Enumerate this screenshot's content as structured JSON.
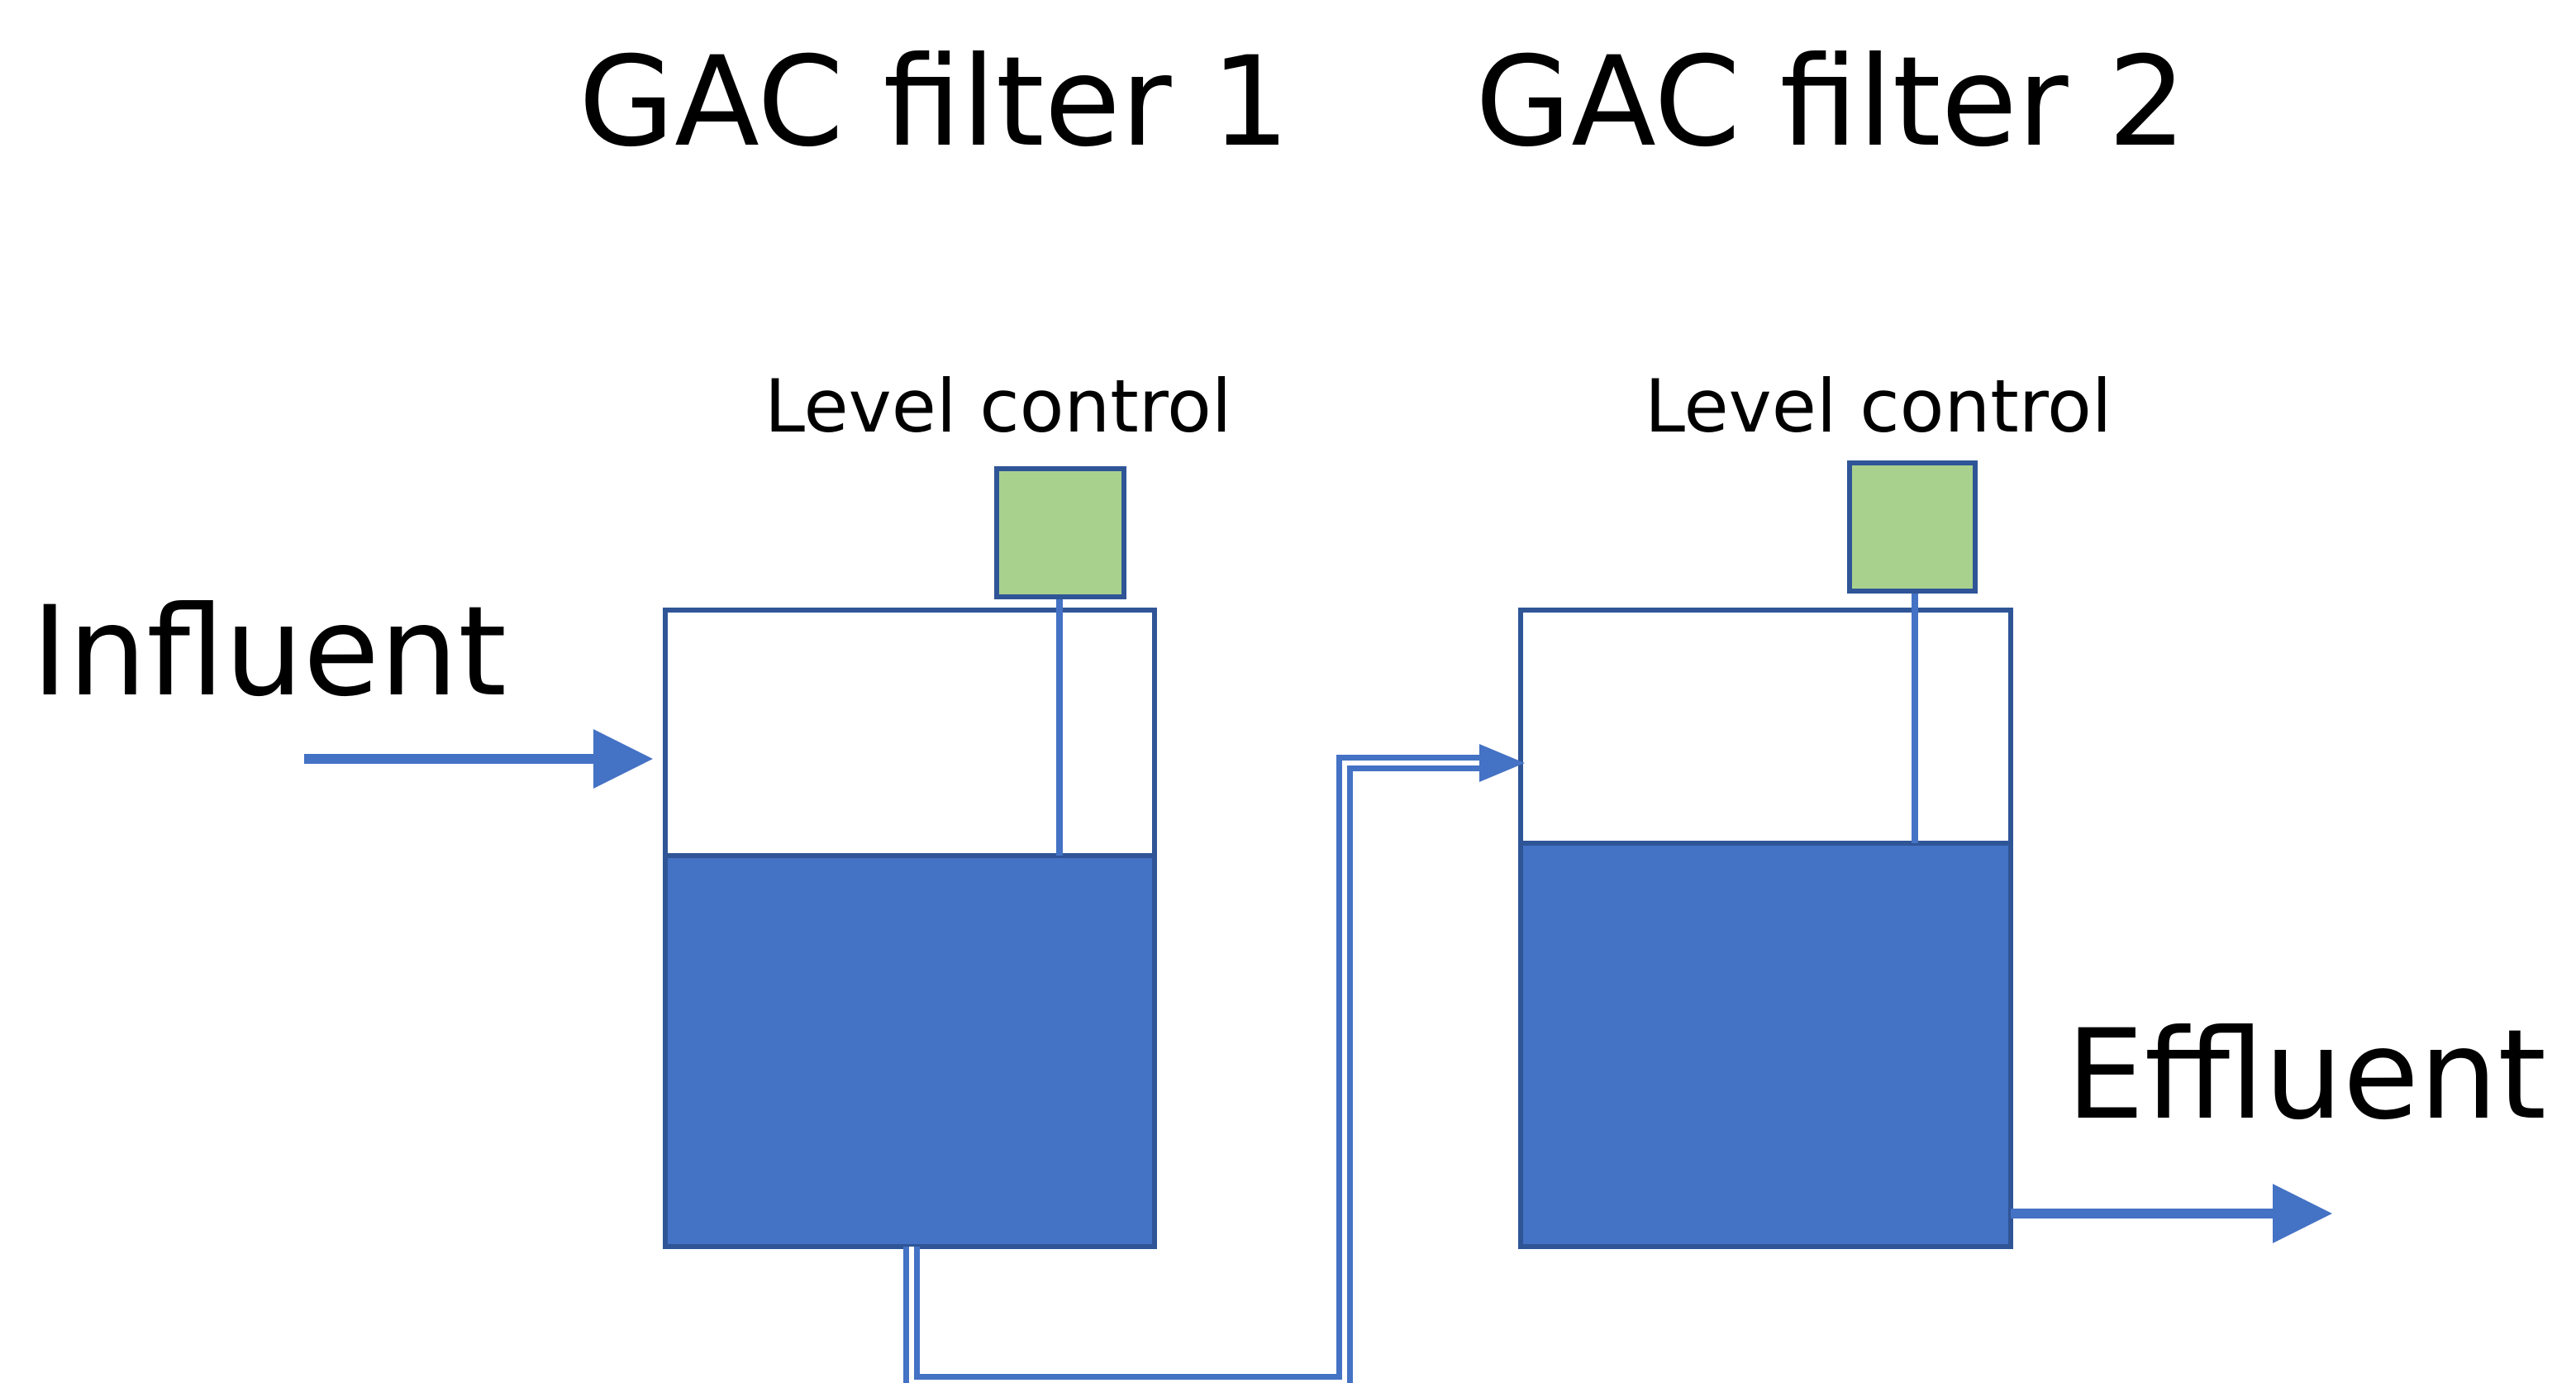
{
  "titles": {
    "filter_1": "GAC filter 1",
    "filter_2": "GAC filter 2"
  },
  "labels": {
    "level_control_1": "Level control",
    "level_control_2": "Level control",
    "influent": "Influent",
    "effluent": "Effluent"
  },
  "colors": {
    "water": "#4472C4",
    "pipe": "#4472C4",
    "tank_border": "#2F5597",
    "level_sensor_fill": "#A9D18E",
    "level_sensor_border": "#2F5597",
    "background": "#FFFFFF"
  }
}
